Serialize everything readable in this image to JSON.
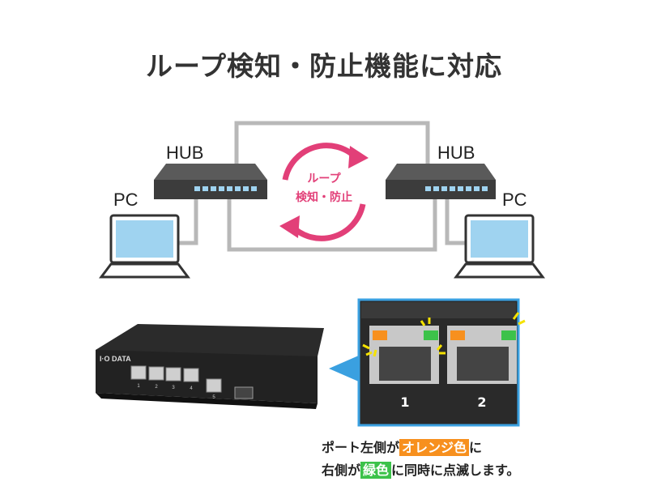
{
  "title": "ループ検知・防止機能に対応",
  "diagram": {
    "hub_left_label": "HUB",
    "hub_right_label": "HUB",
    "pc_left_label": "PC",
    "pc_right_label": "PC",
    "loop_line1": "ループ",
    "loop_line2": "検知・防止",
    "accent_color": "#e23f78",
    "cable_color": "#b8b8b8"
  },
  "device": {
    "brand": "I·O DATA",
    "ports": [
      "1",
      "2",
      "3",
      "4",
      "5"
    ]
  },
  "callout": {
    "ports": [
      "1",
      "2"
    ],
    "led_left_color": "#f7901e",
    "led_right_color": "#3cc24a"
  },
  "caption": {
    "line1_prefix": "ポート左側が",
    "line1_highlight": "オレンジ色",
    "line1_suffix": "に",
    "line2_prefix": "右側が",
    "line2_highlight": "緑色",
    "line2_suffix": "に同時に点滅します。"
  }
}
